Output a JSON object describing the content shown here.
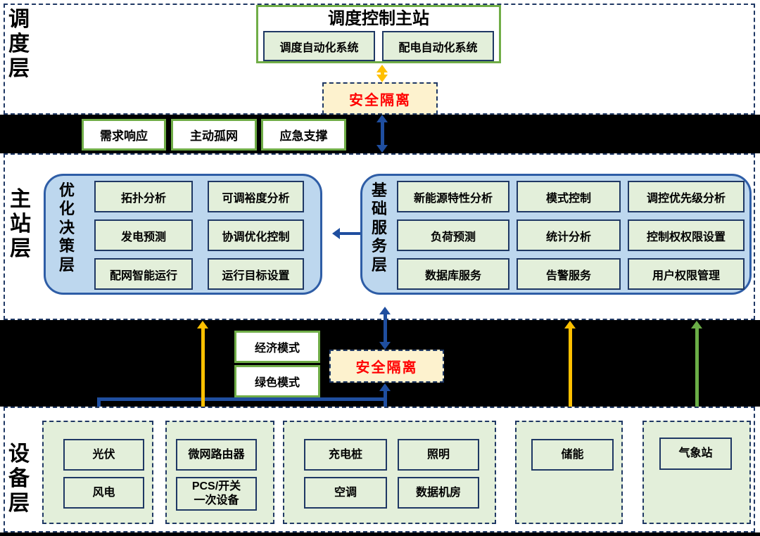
{
  "colors": {
    "blue_arrow": "#1F4E9F",
    "yellow_arrow": "#FFC000",
    "green_arrow": "#6BAE47",
    "green_border": "#70AD47",
    "navy_border": "#1F3864",
    "light_green_fill": "#E3EFDA",
    "light_blue_fill": "#BDD7EE",
    "cream_fill": "#FDF2CE",
    "isolation_text": "#FF0000"
  },
  "dispatch_layer": {
    "label": "调度层"
  },
  "master_layer": {
    "label": "主站层"
  },
  "device_layer": {
    "label": "设备层"
  },
  "dispatch": {
    "main_station": {
      "title": "调度控制主站",
      "systems": [
        "调度自动化系统",
        "配电自动化系统"
      ]
    },
    "isolation": "安全隔离"
  },
  "band1": {
    "items": [
      "需求响应",
      "主动孤网",
      "应急支撑"
    ]
  },
  "master": {
    "optimization": {
      "label": "优化决策层",
      "items": [
        "拓扑分析",
        "可调裕度分析",
        "发电预测",
        "协调优化控制",
        "配网智能运行",
        "运行目标设置"
      ]
    },
    "base_service": {
      "label": "基础服务层",
      "items": [
        "新能源特性分析",
        "模式控制",
        "调控优先级分析",
        "负荷预测",
        "统计分析",
        "控制权权限设置",
        "数据库服务",
        "告警服务",
        "用户权限管理"
      ]
    }
  },
  "band2": {
    "modes": [
      "经济模式",
      "绿色模式"
    ],
    "isolation": "安全隔离"
  },
  "device": {
    "groups": [
      {
        "items": [
          "光伏",
          "风电"
        ]
      },
      {
        "items": [
          "微网路由器",
          "PCS/开关\n一次设备"
        ]
      },
      {
        "items": [
          "充电桩",
          "照明",
          "空调",
          "数据机房"
        ]
      },
      {
        "items": [
          "储能"
        ]
      },
      {
        "items": [
          "气象站"
        ]
      }
    ]
  }
}
